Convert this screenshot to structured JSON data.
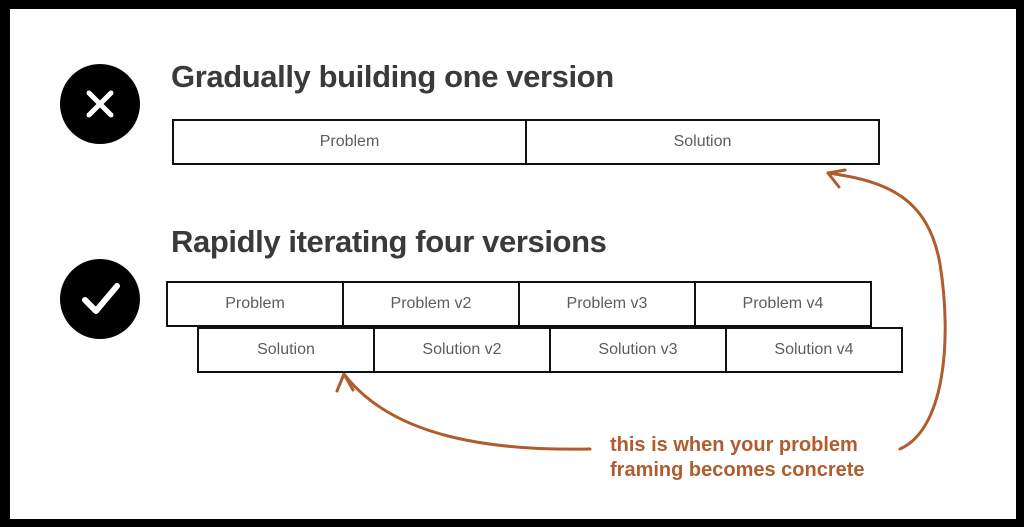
{
  "canvas": {
    "background": "#ffffff",
    "frame_color": "#000000"
  },
  "accent": {
    "annotation_color": "#b05c2e",
    "badge_color": "#000000",
    "box_border_color": "#111111",
    "box_text_color": "#5d5d5d",
    "title_color": "#3a3a3a"
  },
  "sections": [
    {
      "badge_icon": "cross-icon",
      "title": "Gradually building one version",
      "rows": [
        {
          "name": "single-version-row",
          "cells": [
            "Problem",
            "Solution"
          ]
        }
      ]
    },
    {
      "badge_icon": "check-icon",
      "title": "Rapidly iterating four versions",
      "rows": [
        {
          "name": "problem-row",
          "cells": [
            "Problem",
            "Problem v2",
            "Problem v3",
            "Problem v4"
          ]
        },
        {
          "name": "solution-row",
          "cells": [
            "Solution",
            "Solution v2",
            "Solution v3",
            "Solution v4"
          ]
        }
      ]
    }
  ],
  "annotation": {
    "line1": "this is when your problem",
    "line2": "framing becomes concrete",
    "pointers": [
      "arrow-to-solution-v1",
      "arrow-to-solution-single"
    ]
  }
}
